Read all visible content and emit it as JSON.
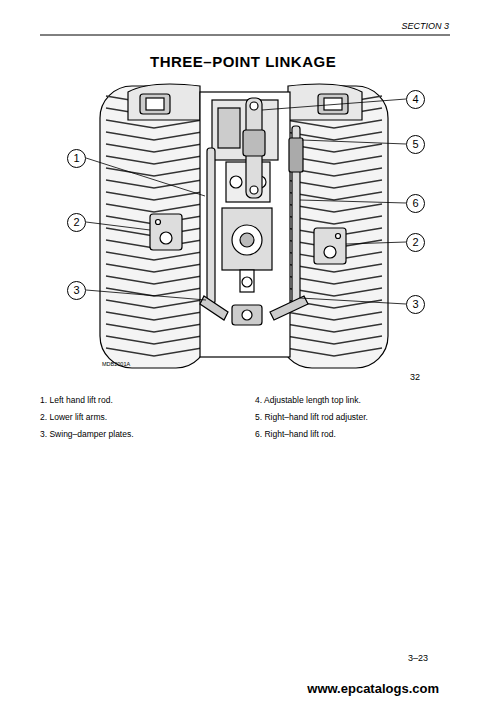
{
  "diagram": {
    "title": "THREE–POINT LINKAGE",
    "nodes": [
      {
        "text": [
          "1"
        ]
      },
      {
        "text": [
          "2"
        ]
      },
      {
        "text": [
          "3"
        ]
      },
      {
        "text": [
          "4"
        ]
      },
      {
        "text": [
          "5"
        ]
      },
      {
        "text": [
          "6"
        ]
      },
      {
        "text": [
          "2"
        ]
      },
      {
        "text": [
          "3"
        ]
      }
    ],
    "labels": [
      "SECTION 3",
      "MDB2001A",
      "32",
      "1. Left hand lift rod.",
      "2. Lower lift arms.",
      "3. Swing–damper plates.",
      "4. Adjustable length top link.",
      "5. Right–hand lift rod adjuster.",
      "6. Right–hand lift rod.",
      "3–23",
      "www.epcatalogs.com"
    ]
  }
}
